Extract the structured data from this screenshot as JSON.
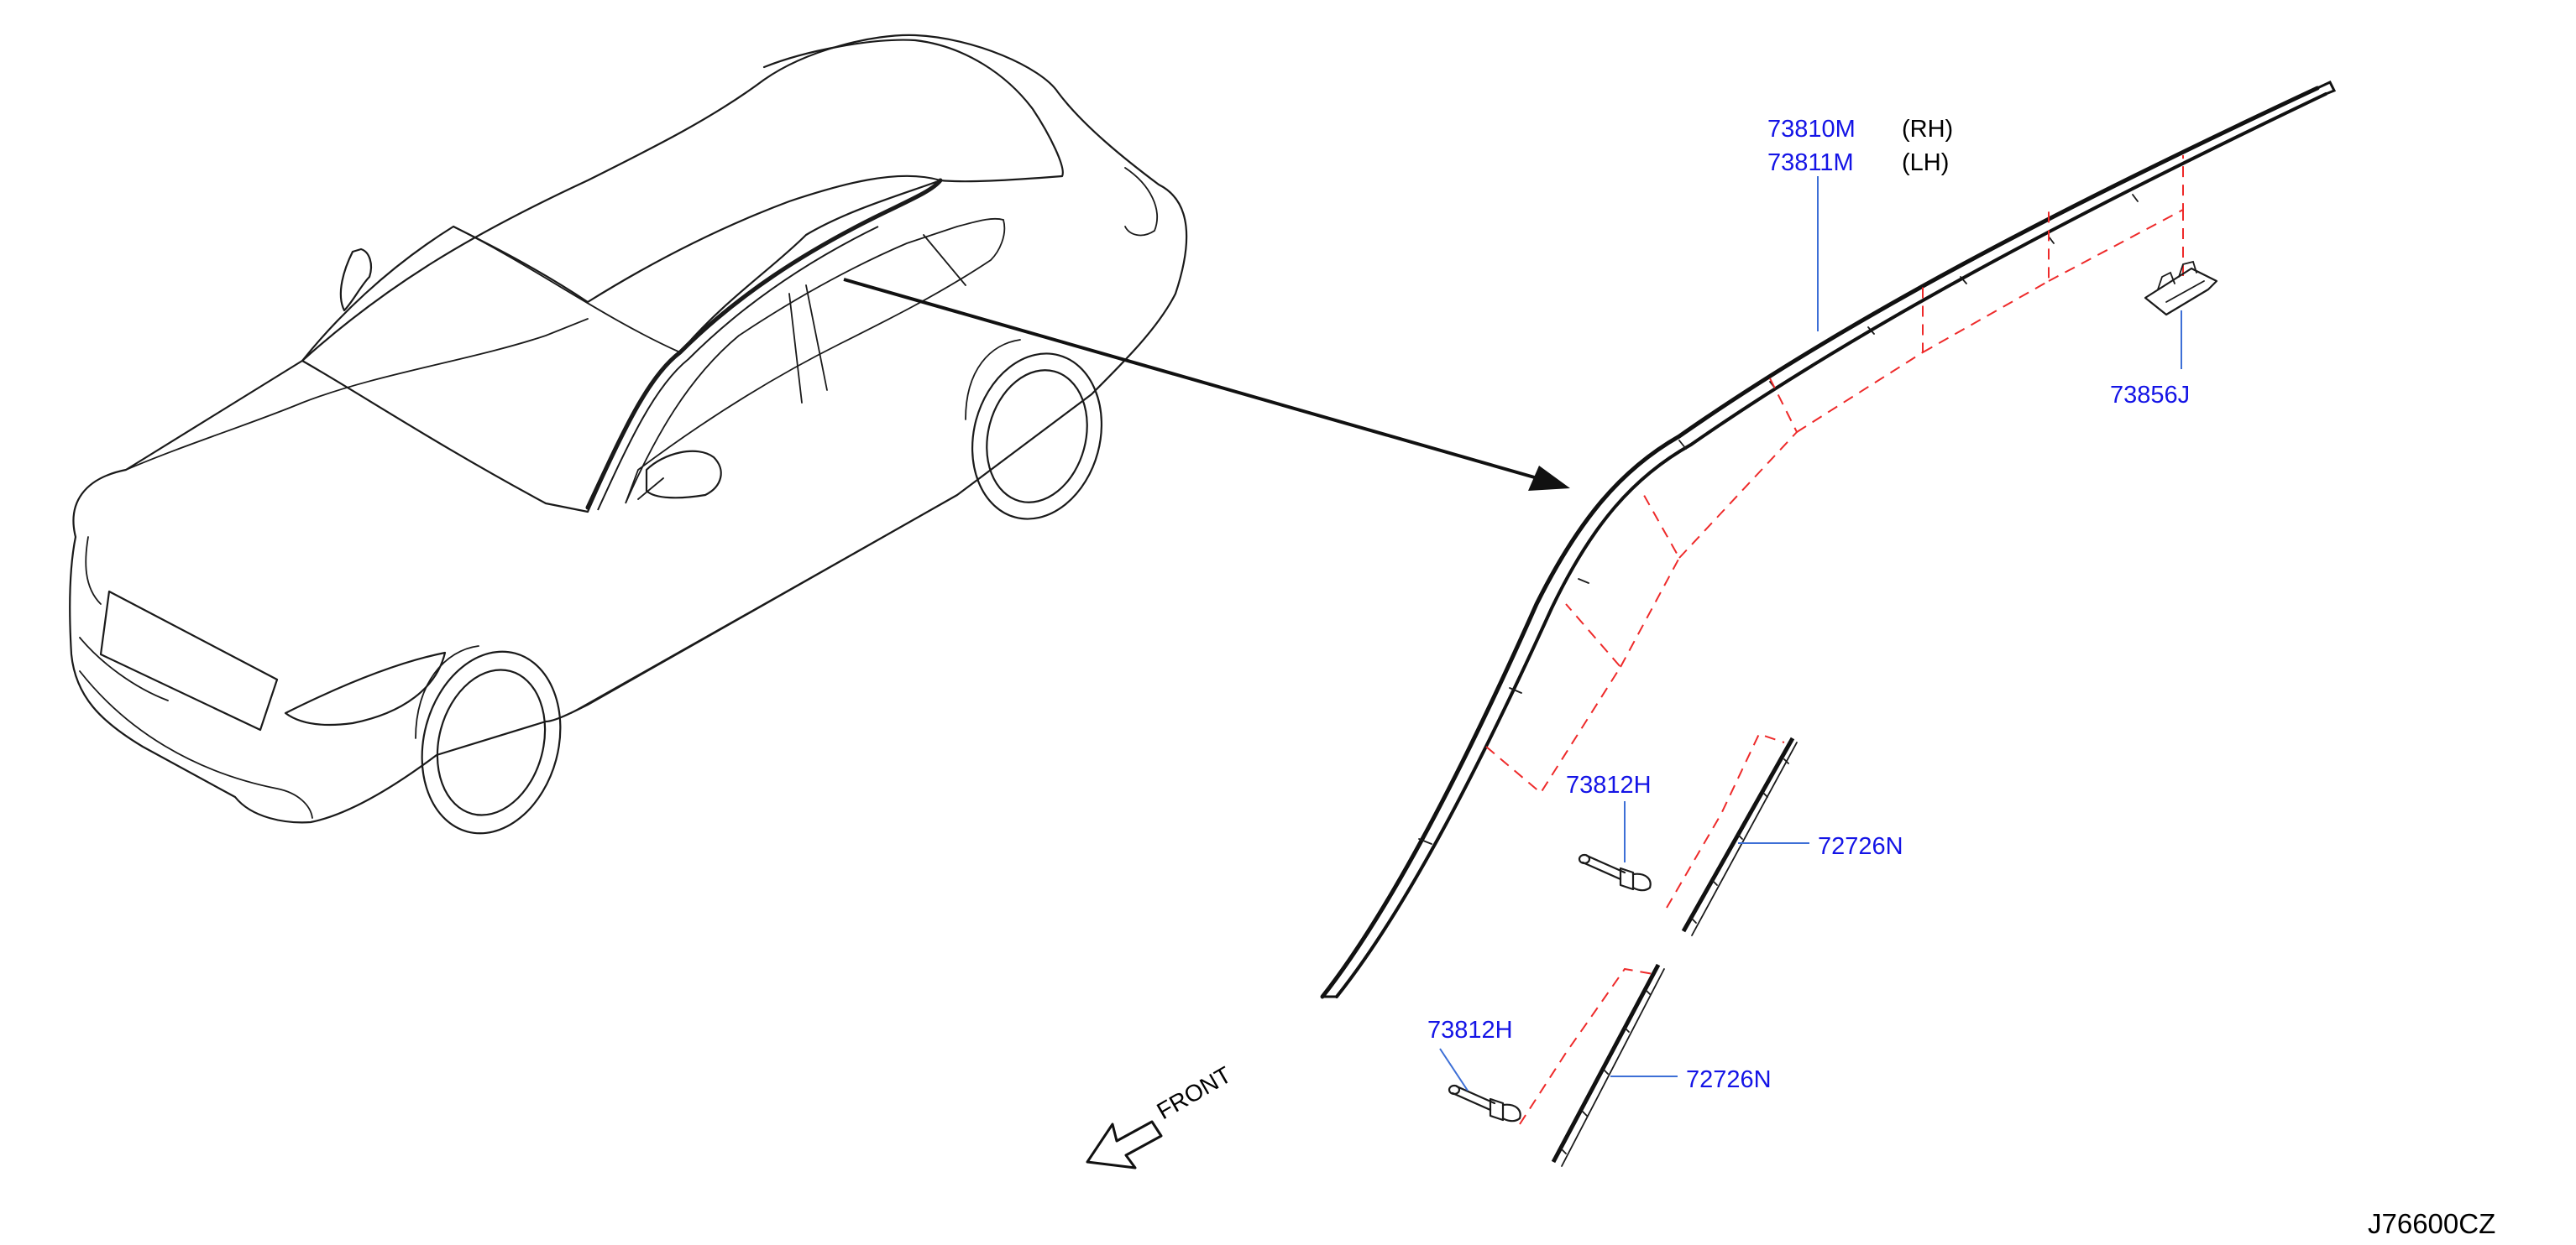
{
  "colors": {
    "part_number": "#1414e6",
    "text": "#000000",
    "guide_dash": "#ee2a2a",
    "leader": "#3d6fd6",
    "line": "#1a1a1a"
  },
  "parts": {
    "main_molding_rh": {
      "number": "73810M",
      "side": "(RH)"
    },
    "main_molding_lh": {
      "number": "73811M",
      "side": "(LH)"
    },
    "clip": {
      "number": "73856J"
    },
    "fastener_upper": {
      "number": "73812H"
    },
    "seal_upper": {
      "number": "72726N"
    },
    "fastener_lower": {
      "number": "73812H"
    },
    "seal_lower": {
      "number": "72726N"
    }
  },
  "front_indicator": {
    "label": "FRONT",
    "icon": "front-arrow-icon"
  },
  "diagram_id": "J76600CZ"
}
